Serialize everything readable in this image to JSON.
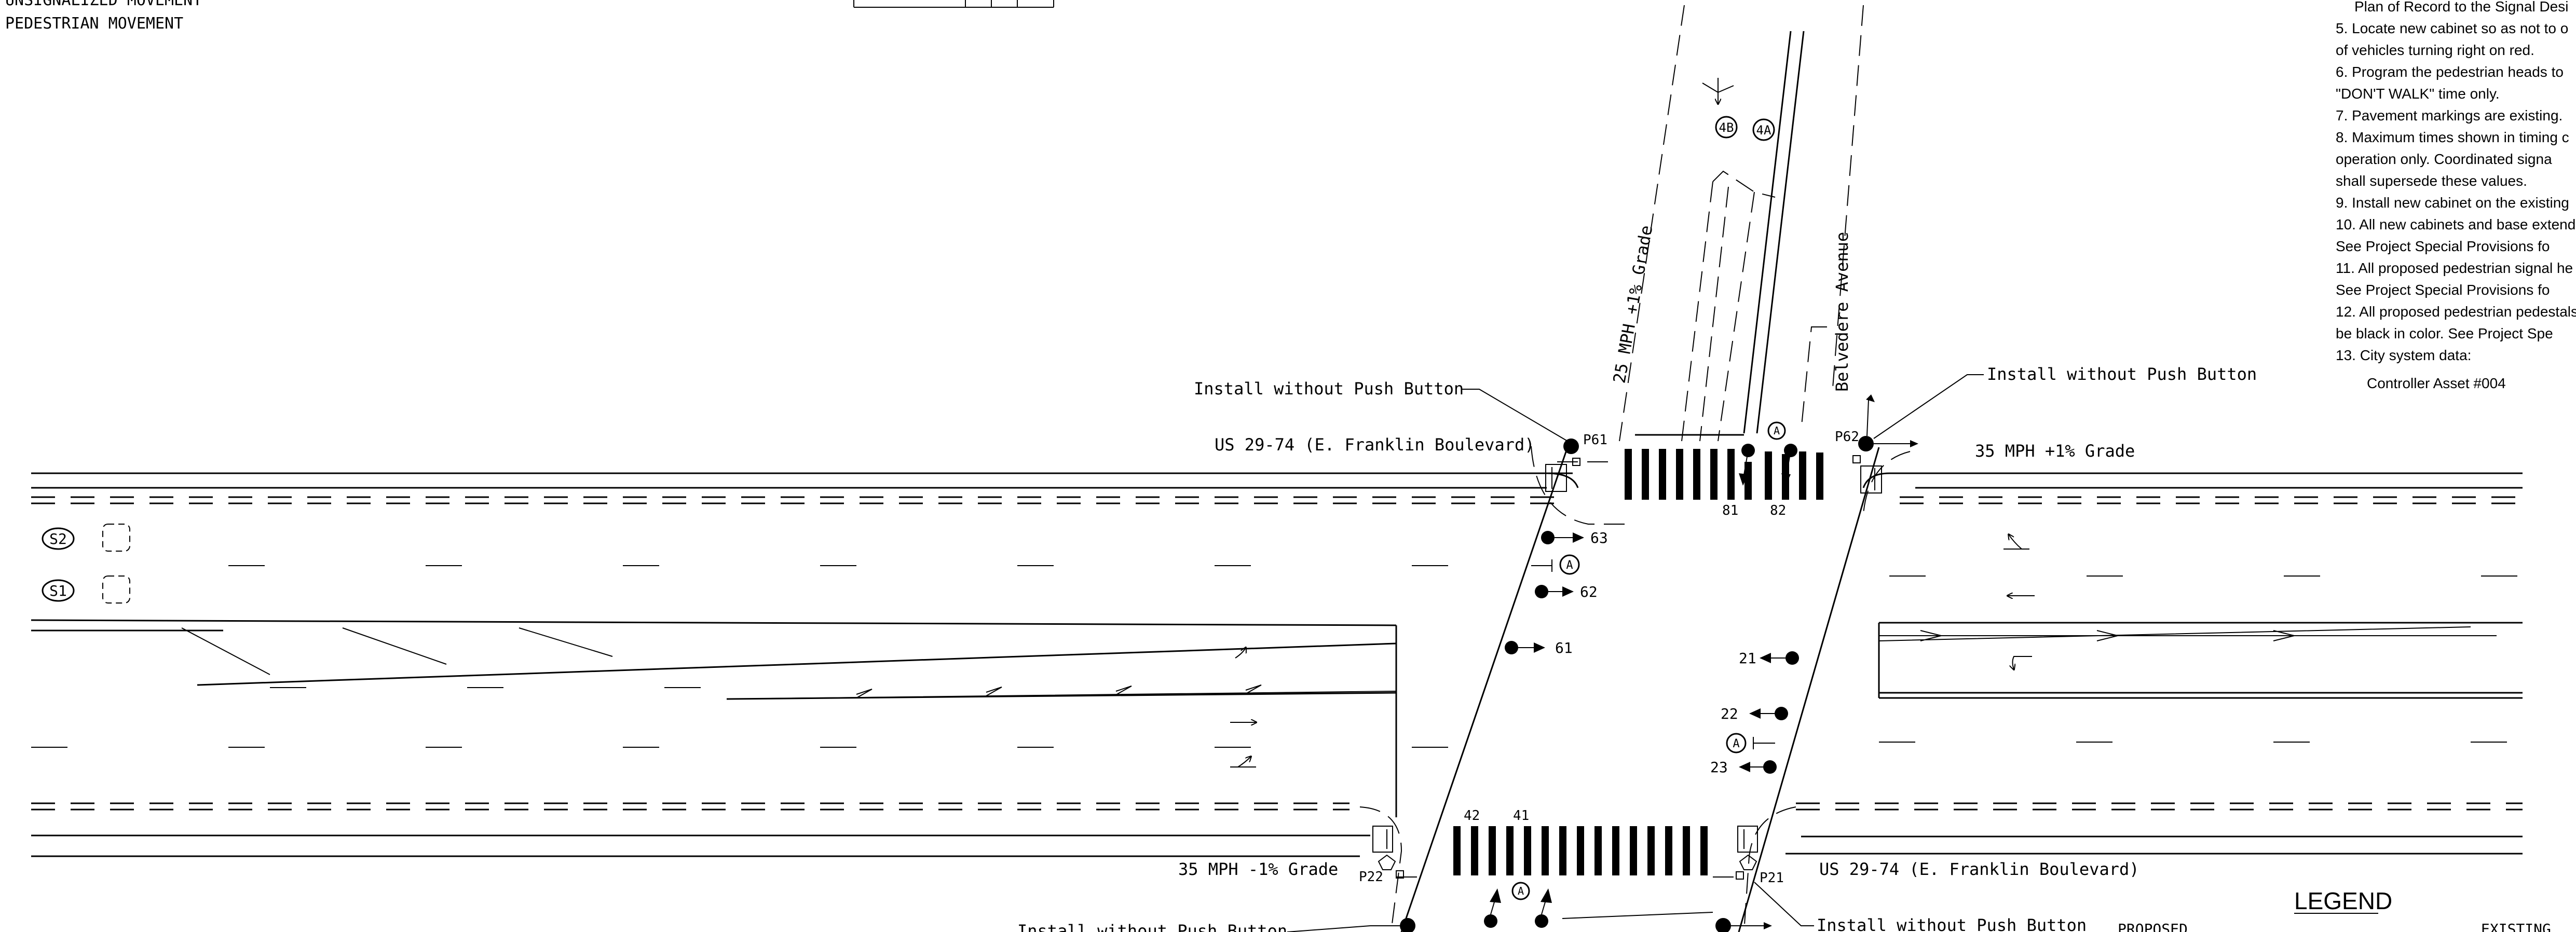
{
  "legend_notes": {
    "unsignalized": "UNSIGNALIZED MOVEMENT",
    "pedestrian": "PEDESTRIAN MOVEMENT"
  },
  "streets": {
    "us29_top": "US 29-74 (E. Franklin Boulevard)",
    "us29_bottom": "US 29-74 (E. Franklin Boulevard)",
    "belvedere": "Belvedere Avenue",
    "grade_north": "25 MPH +1% Grade",
    "grade_east": "35 MPH +1% Grade",
    "grade_west": "35 MPH -1% Grade"
  },
  "callouts": {
    "nw": "Install without Push Button",
    "ne": "Install without Push Button",
    "sw": "Install without Push Button",
    "se": "Install without Push Button"
  },
  "ped_heads": {
    "p61": "P61",
    "p62": "P62",
    "p22": "P22",
    "p21": "P21"
  },
  "signal_heads": {
    "h63": "63",
    "h62": "62",
    "h61": "61",
    "h21": "21",
    "h22": "22",
    "h23": "23",
    "h81": "81",
    "h82": "82",
    "h41": "41",
    "h42": "42",
    "h4a": "4A",
    "h4b": "4B"
  },
  "markers": {
    "a": "A",
    "s1": "S1",
    "s2": "S2"
  },
  "notes": [
    "Plan of Record to the Signal Desi",
    "5.  Locate new cabinet so as not to o",
    "     of vehicles turning right on red.",
    "6.  Program the pedestrian heads to",
    "     \"DON'T WALK\" time only.",
    "7.  Pavement markings are existing.",
    "8.  Maximum times shown in timing c",
    "     operation only. Coordinated signa",
    "     shall supersede these values.",
    "9.  Install new cabinet on the existing",
    "10. All new cabinets and base extend",
    "     See Project Special Provisions fo",
    "11. All proposed pedestrian signal he",
    "     See Project Special Provisions fo",
    "12. All proposed pedestrian pedestals",
    "     be black in color.  See Project Spe",
    "13. City system data:",
    "     Controller Asset #004"
  ],
  "legend": {
    "title": "LEGEND",
    "proposed": "PROPOSED",
    "existing": "EXISTING"
  }
}
